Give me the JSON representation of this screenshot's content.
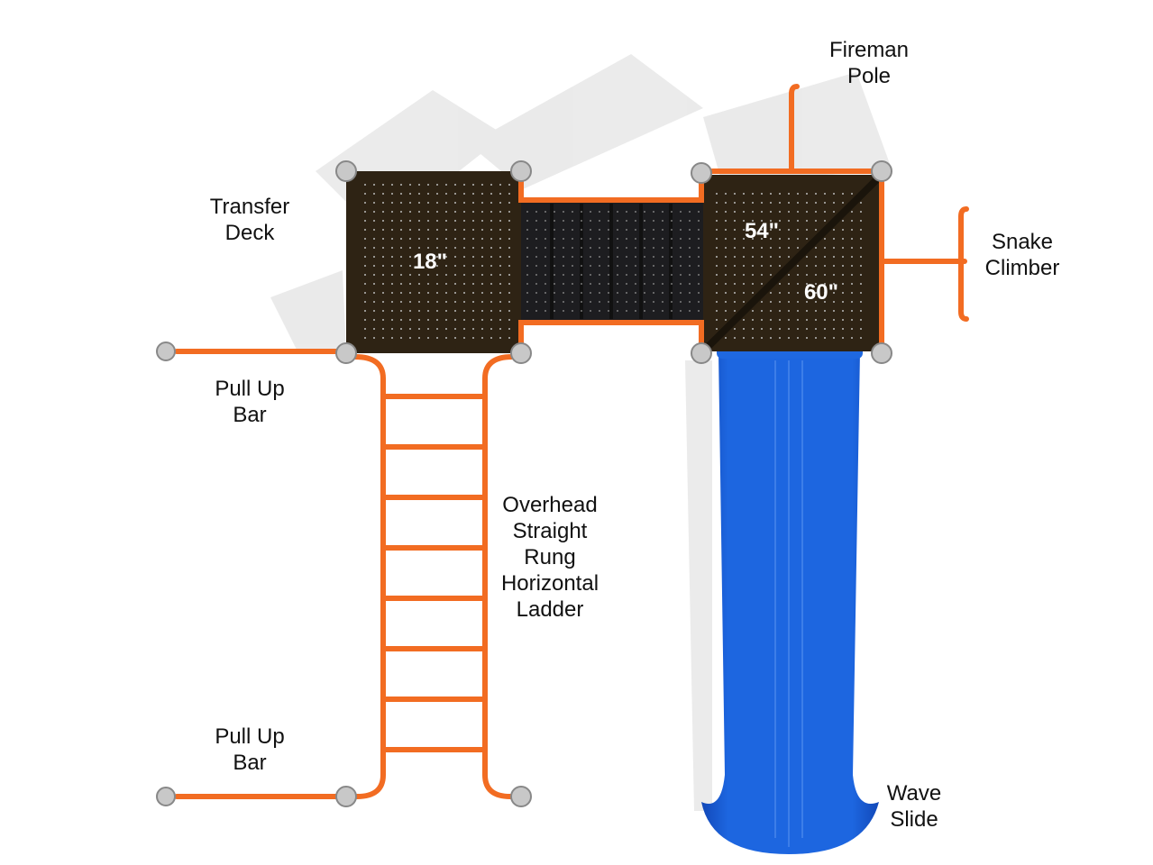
{
  "labels": {
    "fireman_pole": [
      "Fireman",
      "Pole"
    ],
    "transfer_deck": [
      "Transfer",
      "Deck"
    ],
    "snake_climber": [
      "Snake",
      "Climber"
    ],
    "pull_up_bar_top": [
      "Pull Up",
      "Bar"
    ],
    "pull_up_bar_bottom": [
      "Pull Up",
      "Bar"
    ],
    "overhead_ladder": [
      "Overhead",
      "Straight",
      "Rung",
      "Horizontal",
      "Ladder"
    ],
    "wave_slide": [
      "Wave",
      "Slide"
    ]
  },
  "deck_heights": {
    "transfer_deck": "18\"",
    "upper_left": "54\"",
    "upper_right": "60\""
  },
  "colors": {
    "frame": "#f26c22",
    "deck": "#2e2314",
    "bridge": "#1d1d20",
    "slide": "#1a5fd6",
    "post": "#c8c8c8"
  }
}
